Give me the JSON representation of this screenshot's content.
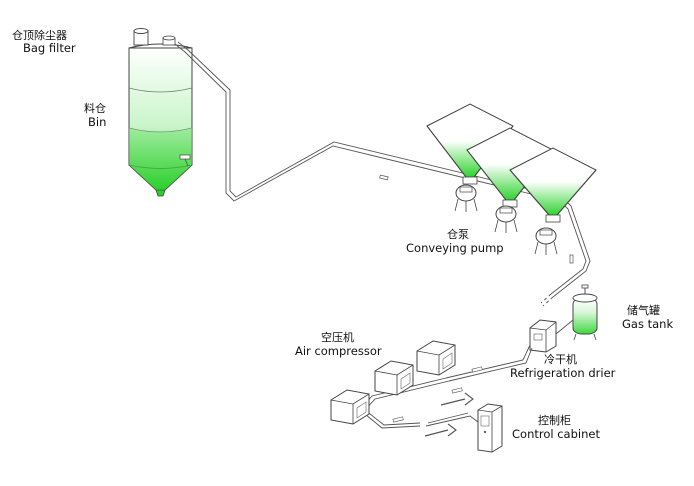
{
  "colors": {
    "green": "#3fd83f",
    "stroke": "#444444",
    "pipe": "#555555"
  },
  "labels": {
    "bag_filter": {
      "zh": "仓顶除尘器",
      "en": "Bag filter"
    },
    "bin": {
      "zh": "料仓",
      "en": "Bin"
    },
    "conveying_pump": {
      "zh": "仓泵",
      "en": "Conveying pump"
    },
    "gas_tank": {
      "zh": "储气罐",
      "en": "Gas tank"
    },
    "air_compressor": {
      "zh": "空压机",
      "en": "Air compressor"
    },
    "refrigeration_drier": {
      "zh": "冷干机",
      "en": "Refrigeration drier"
    },
    "control_cabinet": {
      "zh": "控制柜",
      "en": "Control cabinet"
    }
  }
}
